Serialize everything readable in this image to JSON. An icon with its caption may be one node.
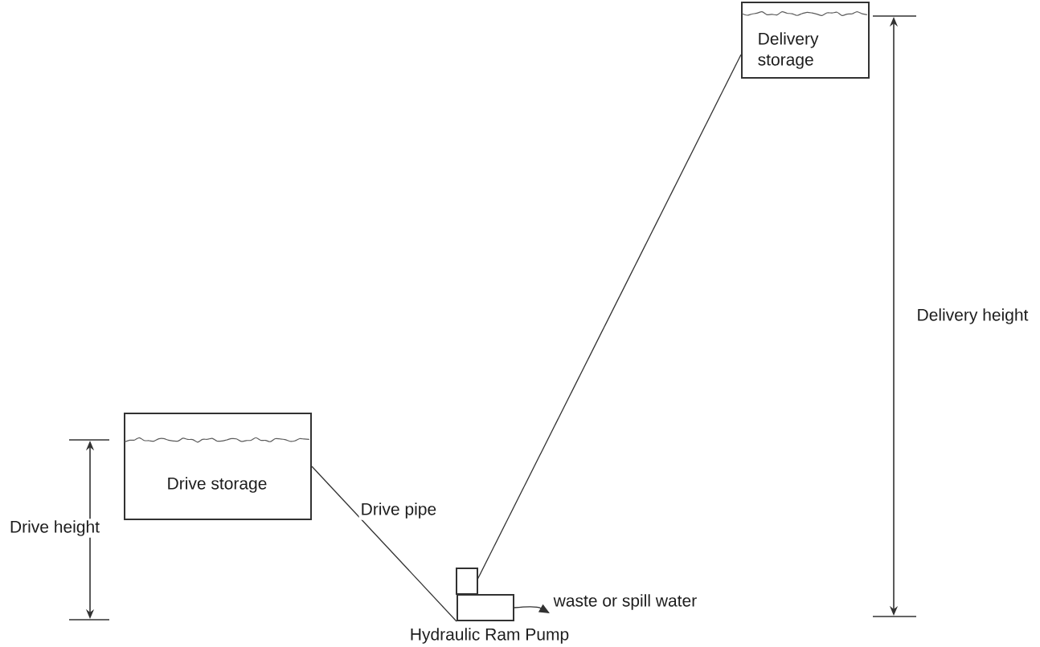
{
  "diagram": {
    "nodes": [
      {
        "text": [
          "Delivery storage"
        ]
      },
      {
        "text": [
          "Drive storage"
        ]
      },
      {
        "text": [
          "Hydraulic Ram Pump"
        ]
      },
      {
        "text": [
          "waste or spill water"
        ]
      }
    ],
    "edges": [
      {
        "from": 1,
        "to": 2,
        "arrow": "none",
        "label": "Drive pipe"
      },
      {
        "from": 2,
        "to": 0,
        "arrow": "none"
      },
      {
        "from": 2,
        "to": 3,
        "arrow": "to"
      }
    ],
    "labels": [
      "Drive height",
      "Delivery height"
    ]
  }
}
